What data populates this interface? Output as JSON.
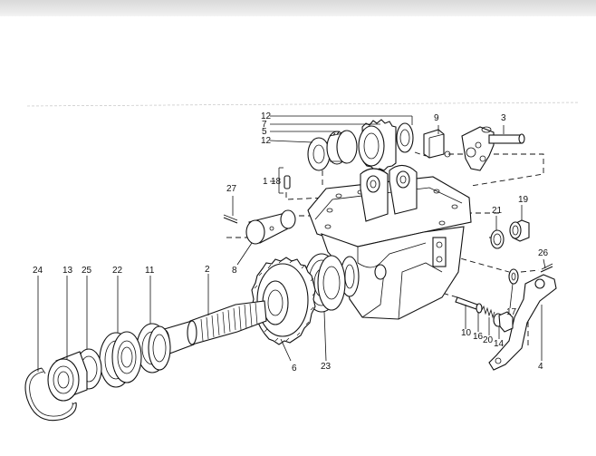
{
  "diagram": {
    "part_labels": [
      {
        "id": "p12a",
        "text": "12"
      },
      {
        "id": "p7",
        "text": "7"
      },
      {
        "id": "p5",
        "text": "5"
      },
      {
        "id": "p12b",
        "text": "12"
      },
      {
        "id": "p9",
        "text": "9"
      },
      {
        "id": "p3",
        "text": "3"
      },
      {
        "id": "p1",
        "text": "1"
      },
      {
        "id": "p18",
        "text": "18"
      },
      {
        "id": "p27",
        "text": "27"
      },
      {
        "id": "p19",
        "text": "19"
      },
      {
        "id": "p21",
        "text": "21"
      },
      {
        "id": "p26",
        "text": "26"
      },
      {
        "id": "p8",
        "text": "8"
      },
      {
        "id": "p24",
        "text": "24"
      },
      {
        "id": "p13",
        "text": "13"
      },
      {
        "id": "p25",
        "text": "25"
      },
      {
        "id": "p22",
        "text": "22"
      },
      {
        "id": "p11",
        "text": "11"
      },
      {
        "id": "p2",
        "text": "2"
      },
      {
        "id": "p6",
        "text": "6"
      },
      {
        "id": "p23",
        "text": "23"
      },
      {
        "id": "p17",
        "text": "17"
      },
      {
        "id": "p10",
        "text": "10"
      },
      {
        "id": "p16",
        "text": "16"
      },
      {
        "id": "p20",
        "text": "20"
      },
      {
        "id": "p14",
        "text": "14"
      },
      {
        "id": "p4",
        "text": "4"
      }
    ]
  }
}
